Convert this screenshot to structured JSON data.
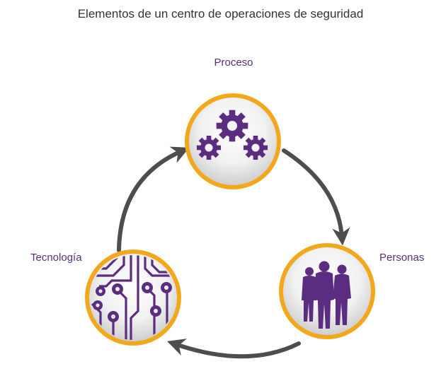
{
  "title": "Elementos de un centro de operaciones de seguridad",
  "colors": {
    "accent_purple": "#5b2d80",
    "ring_orange": "#f2a81d",
    "arrow_gray": "#4d4d4d"
  },
  "nodes": [
    {
      "id": "proceso",
      "label": "Proceso",
      "icon": "gears-icon"
    },
    {
      "id": "personas",
      "label": "Personas",
      "icon": "people-icon"
    },
    {
      "id": "tecnologia",
      "label": "Tecnología",
      "icon": "circuit-icon"
    }
  ],
  "cycle_order": [
    "proceso",
    "personas",
    "tecnologia"
  ]
}
